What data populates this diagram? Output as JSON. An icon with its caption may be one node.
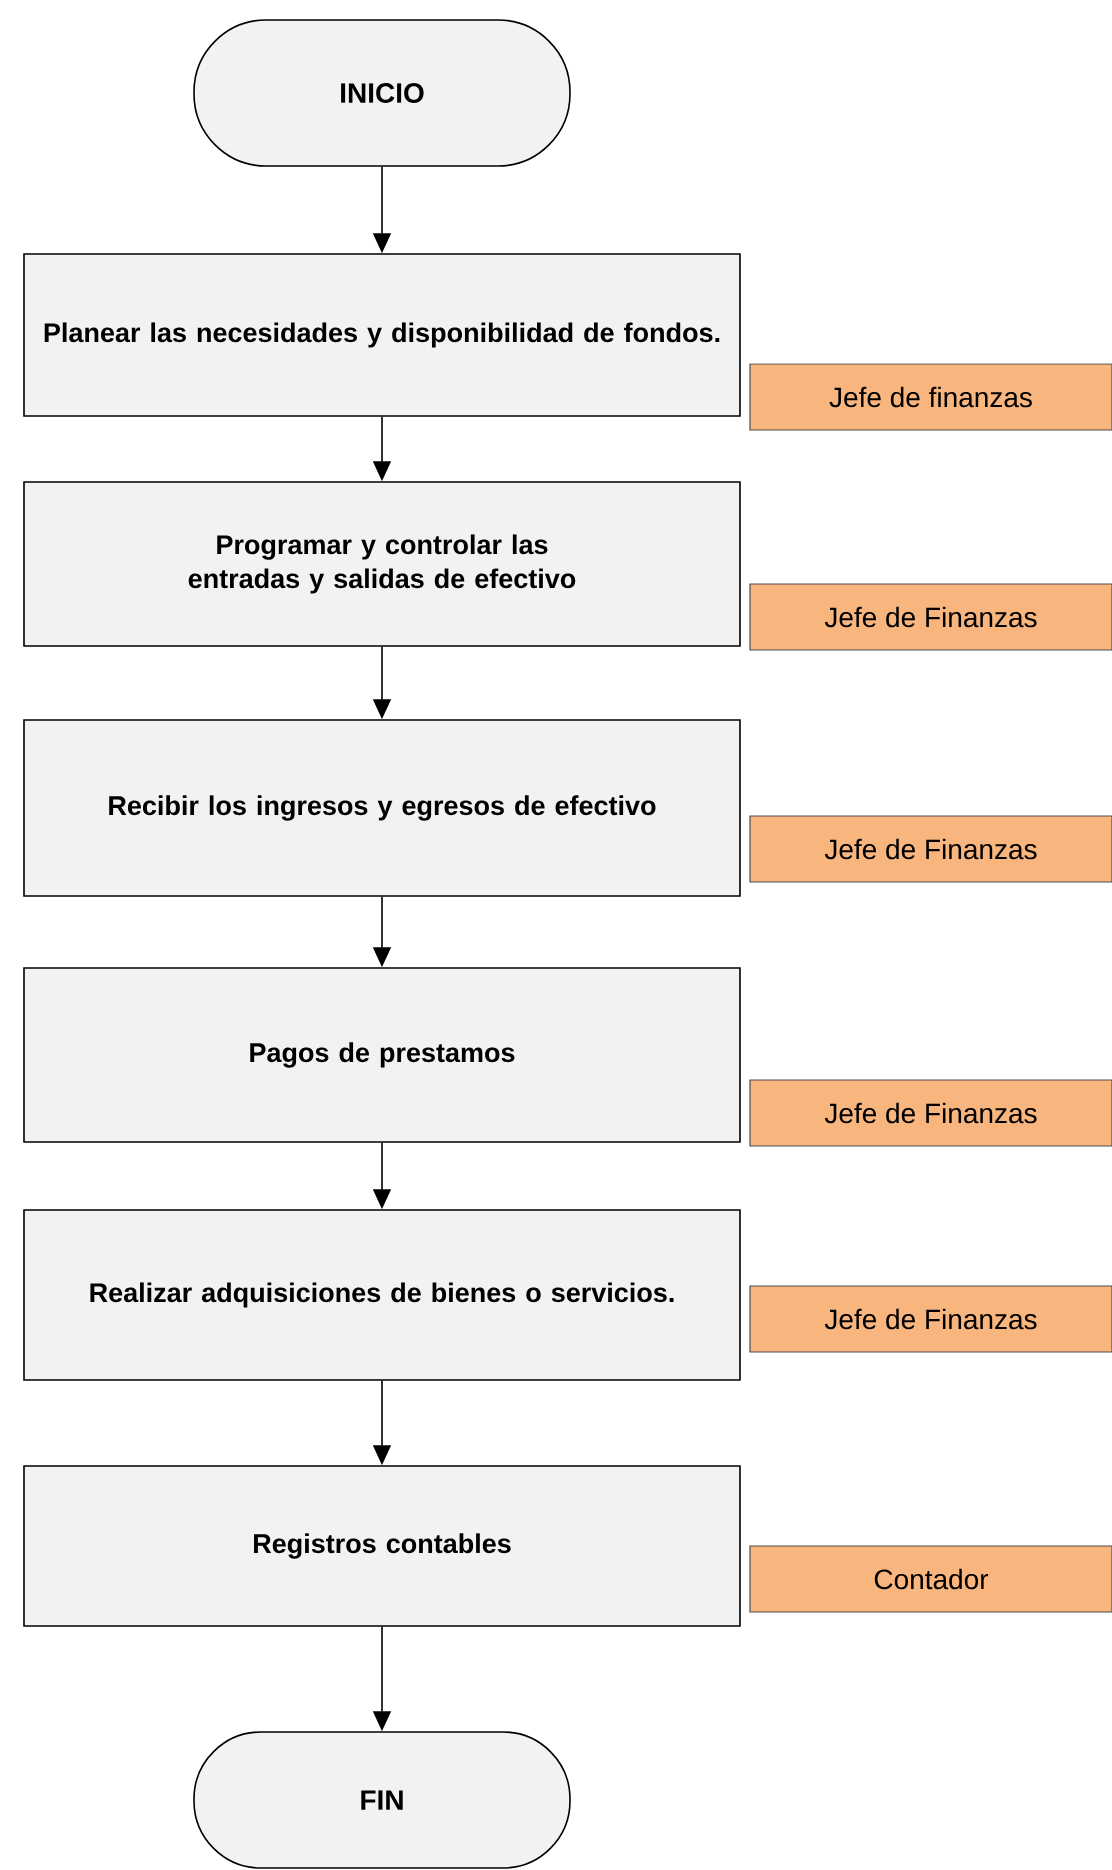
{
  "diagram": {
    "nodes": [
      {
        "text": [
          "INICIO"
        ]
      },
      {
        "text": [
          "Planear las necesidades y disponibilidad de fondos."
        ]
      },
      {
        "text": [
          "Jefe de finanzas"
        ]
      },
      {
        "text": [
          "Programar y controlar las entradas y salidas de efectivo"
        ]
      },
      {
        "text": [
          "Jefe de Finanzas"
        ]
      },
      {
        "text": [
          "Recibir los ingresos y egresos de efectivo"
        ]
      },
      {
        "text": [
          "Jefe de Finanzas"
        ]
      },
      {
        "text": [
          "Pagos de prestamos"
        ]
      },
      {
        "text": [
          "Jefe de Finanzas"
        ]
      },
      {
        "text": [
          "Realizar adquisiciones de bienes o servicios."
        ]
      },
      {
        "text": [
          "Jefe de Finanzas"
        ]
      },
      {
        "text": [
          "Registros contables"
        ]
      },
      {
        "text": [
          "Contador"
        ]
      },
      {
        "text": [
          "FIN"
        ]
      }
    ],
    "edges": [
      {
        "from": 0,
        "to": 1,
        "arrow": "to"
      },
      {
        "from": 1,
        "to": 3,
        "arrow": "to"
      },
      {
        "from": 3,
        "to": 5,
        "arrow": "to"
      },
      {
        "from": 5,
        "to": 7,
        "arrow": "to"
      },
      {
        "from": 7,
        "to": 9,
        "arrow": "to"
      },
      {
        "from": 9,
        "to": 11,
        "arrow": "to"
      },
      {
        "from": 11,
        "to": 13,
        "arrow": "to"
      }
    ]
  }
}
